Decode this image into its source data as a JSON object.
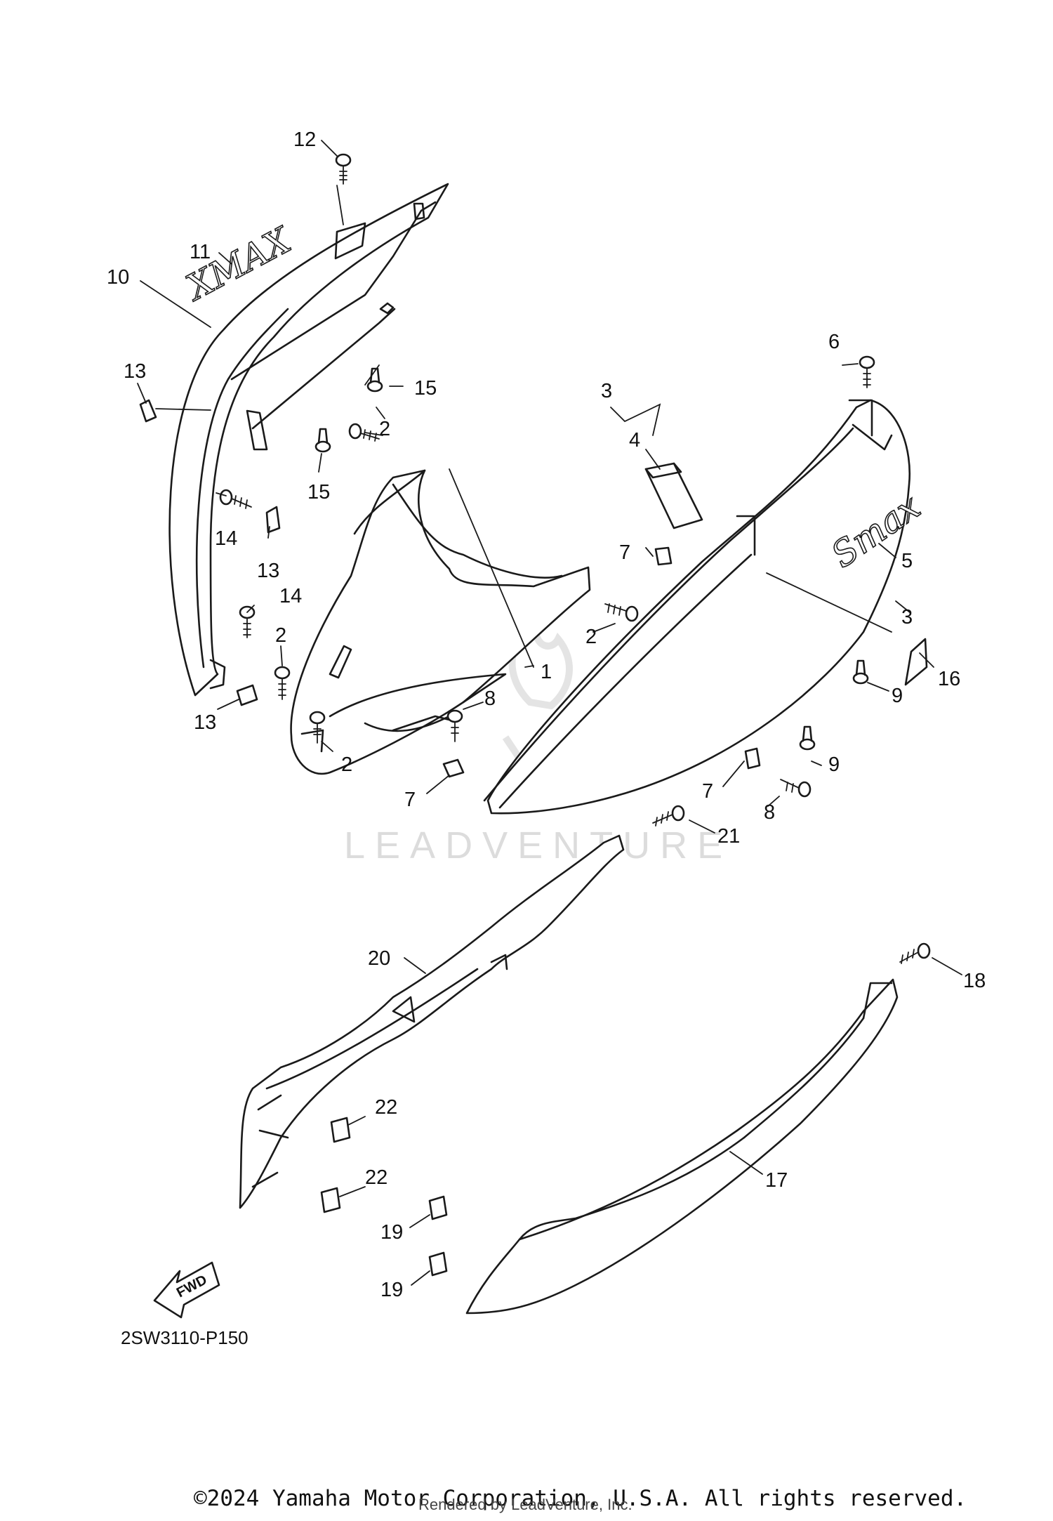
{
  "diagram": {
    "code": "2SW3110-P150",
    "fwd_label": "FWD",
    "emblem_upper": "XMAX",
    "emblem_right": "Smax",
    "watermark": "LEADVENTURE"
  },
  "callouts": {
    "c1": "1",
    "c2a": "2",
    "c2b": "2",
    "c2c": "2",
    "c2d": "2",
    "c3a": "3",
    "c3b": "3",
    "c4": "4",
    "c5": "5",
    "c6": "6",
    "c7a": "7",
    "c7b": "7",
    "c7c": "7",
    "c8a": "8",
    "c8b": "8",
    "c9a": "9",
    "c9b": "9",
    "c10": "10",
    "c11": "11",
    "c12": "12",
    "c13a": "13",
    "c13b": "13",
    "c13c": "13",
    "c14a": "14",
    "c14b": "14",
    "c15a": "15",
    "c15b": "15",
    "c16": "16",
    "c17": "17",
    "c18": "18",
    "c19a": "19",
    "c19b": "19",
    "c20": "20",
    "c21": "21",
    "c22a": "22",
    "c22b": "22"
  },
  "footer": {
    "copyright": "©2024 Yamaha Motor Corporation, U.S.A. All rights reserved.",
    "rendered": "Rendered by LeadVenture, Inc."
  }
}
